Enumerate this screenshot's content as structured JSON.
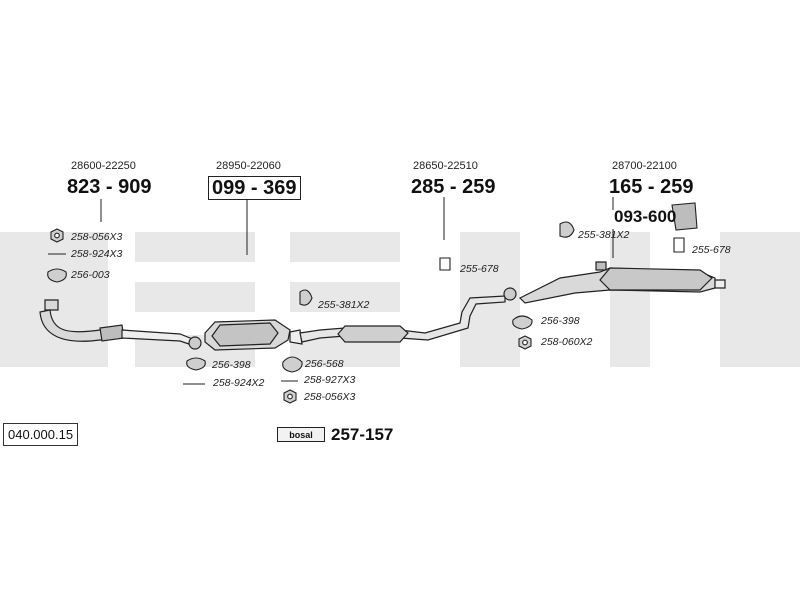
{
  "diagram": {
    "catalog_ref": "040.000.15",
    "assembly_number": "257-157",
    "brand_badge": "bosal",
    "groups": [
      {
        "oem": "28600-22250",
        "number": "823 - 909"
      },
      {
        "oem": "28950-22060",
        "number": "099 - 369"
      },
      {
        "oem": "28650-22510",
        "number": "285 - 259"
      },
      {
        "oem": "28700-22100",
        "number": "165 - 259",
        "extra": "093-600"
      }
    ],
    "parts": {
      "p1": "258-056X3",
      "p2": "258-924X3",
      "p3": "256-003",
      "p4": "256-398",
      "p5": "258-924X2",
      "p6": "255-381X2",
      "p7": "256-568",
      "p8": "258-927X3",
      "p9": "258-056X3",
      "p10": "255-678",
      "p11": "255-381X2",
      "p12": "255-678",
      "p13": "256-398",
      "p14": "258-060X2"
    },
    "colors": {
      "watermark": "#e8e8e8",
      "line": "#222222",
      "part_fill": "#d9d9d9"
    }
  }
}
